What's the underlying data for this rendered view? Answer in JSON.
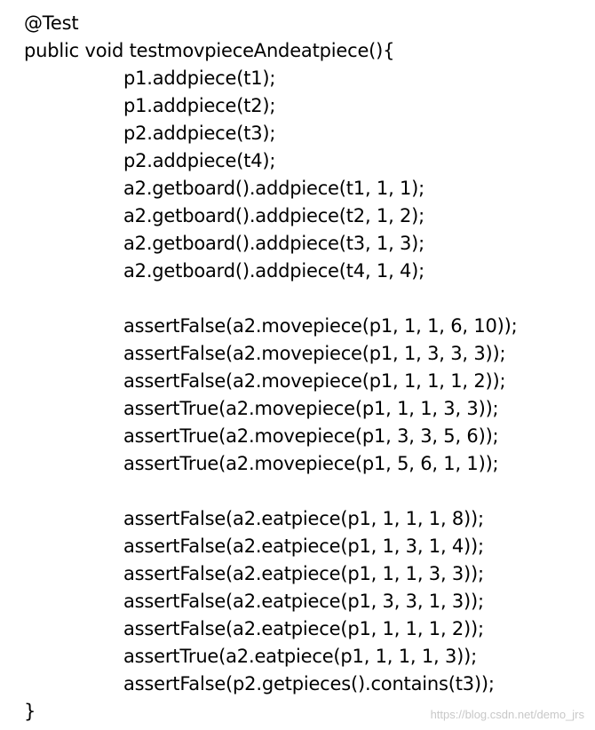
{
  "code": {
    "annotation": "@Test",
    "signature": "public void testmovpieceAndeatpiece(){",
    "setup": [
      "p1.addpiece(t1);",
      "p1.addpiece(t2);",
      "p2.addpiece(t3);",
      "p2.addpiece(t4);",
      "a2.getboard().addpiece(t1, 1, 1);",
      "a2.getboard().addpiece(t2, 1, 2);",
      "a2.getboard().addpiece(t3, 1, 3);",
      "a2.getboard().addpiece(t4, 1, 4);"
    ],
    "move_asserts": [
      "assertFalse(a2.movepiece(p1, 1, 1, 6, 10));",
      "assertFalse(a2.movepiece(p1, 1, 3, 3, 3));",
      "assertFalse(a2.movepiece(p1, 1, 1, 1, 2));",
      "assertTrue(a2.movepiece(p1, 1, 1, 3, 3));",
      "assertTrue(a2.movepiece(p1, 3, 3, 5, 6));",
      "assertTrue(a2.movepiece(p1, 5, 6, 1, 1));"
    ],
    "eat_asserts": [
      "assertFalse(a2.eatpiece(p1, 1, 1, 1, 8));",
      "assertFalse(a2.eatpiece(p1, 1, 3, 1, 4));",
      "assertFalse(a2.eatpiece(p1, 1, 1, 3, 3));",
      "assertFalse(a2.eatpiece(p1, 3, 3, 1, 3));",
      "assertFalse(a2.eatpiece(p1, 1, 1, 1, 2));",
      "assertTrue(a2.eatpiece(p1, 1, 1, 1, 3));",
      "assertFalse(p2.getpieces().contains(t3));"
    ],
    "closing": "}"
  },
  "watermark": "https://blog.csdn.net/demo_jrs"
}
